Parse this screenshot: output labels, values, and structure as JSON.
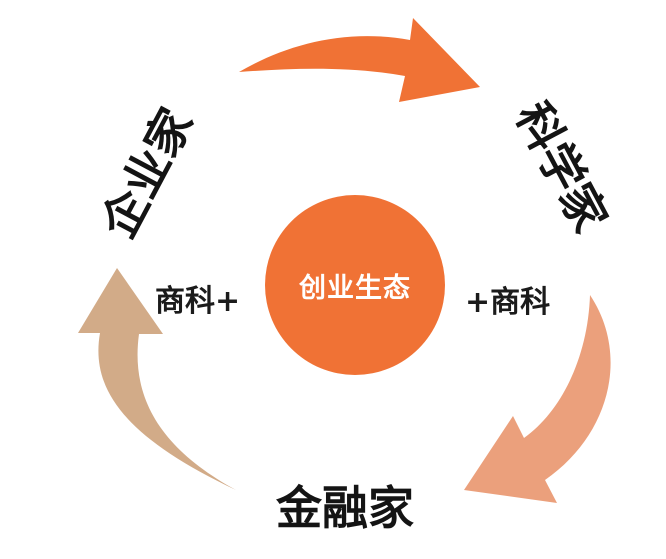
{
  "center": {
    "label": "创业生态",
    "color": "#f07235"
  },
  "nodes": {
    "entrepreneur": "企业家",
    "scientist": "科学家",
    "financier": "金融家"
  },
  "links": {
    "left_label": "商科+",
    "right_label": "+商科"
  },
  "arrows": {
    "top": {
      "name": "top-arrow",
      "color": "#f07235"
    },
    "right": {
      "name": "right-arrow",
      "color": "#eba07c"
    },
    "left": {
      "name": "left-arrow",
      "color": "#d2ab88"
    }
  }
}
